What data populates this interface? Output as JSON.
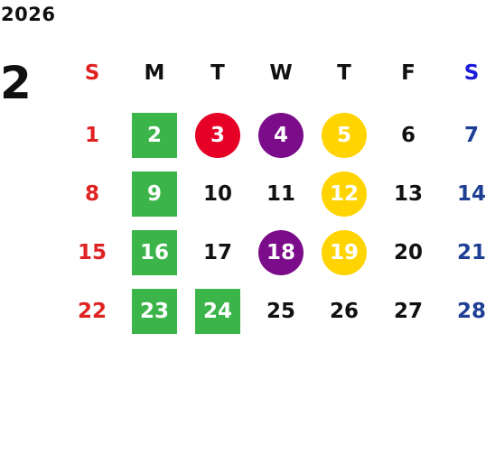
{
  "year": "2026",
  "month": "2",
  "colors": {
    "sunday": "#e02222",
    "saturday_header": "#1a1adb",
    "saturday": "#1f3f95",
    "weekday": "#111111",
    "green": "#3bb54a",
    "red": "#e60026",
    "purple": "#7b0c8a",
    "yellow": "#ffd400",
    "on_fill": "#ffffff"
  },
  "weekdays": [
    {
      "label": "S",
      "kind": "sunday"
    },
    {
      "label": "M",
      "kind": "weekday"
    },
    {
      "label": "T",
      "kind": "weekday"
    },
    {
      "label": "W",
      "kind": "weekday"
    },
    {
      "label": "T",
      "kind": "weekday"
    },
    {
      "label": "F",
      "kind": "weekday"
    },
    {
      "label": "S",
      "kind": "saturday"
    }
  ],
  "weeks": [
    [
      {
        "day": "1",
        "kind": "sunday",
        "mark": null
      },
      {
        "day": "2",
        "kind": "weekday",
        "mark": "green-square"
      },
      {
        "day": "3",
        "kind": "weekday",
        "mark": "red-circle"
      },
      {
        "day": "4",
        "kind": "weekday",
        "mark": "purple-circle"
      },
      {
        "day": "5",
        "kind": "weekday",
        "mark": "yellow-circle"
      },
      {
        "day": "6",
        "kind": "weekday",
        "mark": null
      },
      {
        "day": "7",
        "kind": "saturday",
        "mark": null
      }
    ],
    [
      {
        "day": "8",
        "kind": "sunday",
        "mark": null
      },
      {
        "day": "9",
        "kind": "weekday",
        "mark": "green-square"
      },
      {
        "day": "10",
        "kind": "weekday",
        "mark": null
      },
      {
        "day": "11",
        "kind": "weekday",
        "mark": null
      },
      {
        "day": "12",
        "kind": "weekday",
        "mark": "yellow-circle"
      },
      {
        "day": "13",
        "kind": "weekday",
        "mark": null
      },
      {
        "day": "14",
        "kind": "saturday",
        "mark": null
      }
    ],
    [
      {
        "day": "15",
        "kind": "sunday",
        "mark": null
      },
      {
        "day": "16",
        "kind": "weekday",
        "mark": "green-square"
      },
      {
        "day": "17",
        "kind": "weekday",
        "mark": null
      },
      {
        "day": "18",
        "kind": "weekday",
        "mark": "purple-circle"
      },
      {
        "day": "19",
        "kind": "weekday",
        "mark": "yellow-circle"
      },
      {
        "day": "20",
        "kind": "weekday",
        "mark": null
      },
      {
        "day": "21",
        "kind": "saturday",
        "mark": null
      }
    ],
    [
      {
        "day": "22",
        "kind": "sunday",
        "mark": null
      },
      {
        "day": "23",
        "kind": "weekday",
        "mark": "green-square"
      },
      {
        "day": "24",
        "kind": "weekday",
        "mark": "green-square"
      },
      {
        "day": "25",
        "kind": "weekday",
        "mark": null
      },
      {
        "day": "26",
        "kind": "weekday",
        "mark": null
      },
      {
        "day": "27",
        "kind": "weekday",
        "mark": null
      },
      {
        "day": "28",
        "kind": "saturday",
        "mark": null
      }
    ]
  ]
}
